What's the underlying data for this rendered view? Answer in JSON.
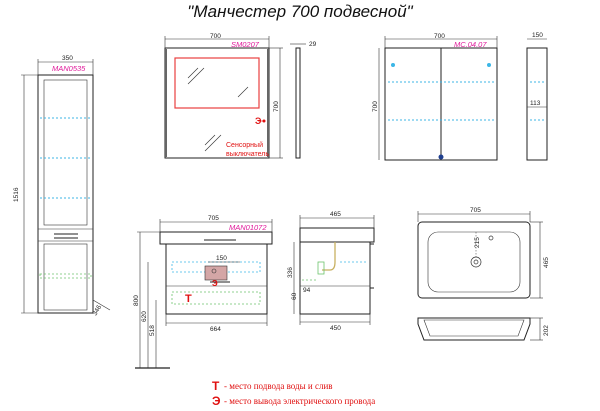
{
  "title": "\"Манчестер 700 подвесной\"",
  "colors": {
    "code": "#e0199a",
    "legend": "#e01010",
    "led": "#3cb6e6",
    "mirror": "#e84040",
    "green": "#6cc46c"
  },
  "pencil_case": {
    "code": "MAN0535",
    "width": "350",
    "height": "1516",
    "depth": "346"
  },
  "mirror": {
    "code": "SM0207",
    "width": "700",
    "height": "700",
    "depth": "29",
    "sensor_note_line1": "Сенсорный",
    "sensor_note_line2": "выключатель",
    "e_symbol": "Э"
  },
  "cabinet": {
    "code": "МС.04.07",
    "width": "700",
    "height": "700",
    "side_width": "150",
    "side_depth": "113"
  },
  "vanity": {
    "code": "MAN01072",
    "top_width": "705",
    "inner_width": "150",
    "bottom_width": "664",
    "height_total": "800",
    "height_mid": "620",
    "height_low": "518",
    "t_symbol": "Т",
    "e_symbol": "Э"
  },
  "vanity_side": {
    "depth_top": "465",
    "depth_bottom": "450",
    "h1": "336",
    "h2": "94",
    "h3": "60"
  },
  "sink": {
    "width": "705",
    "depth": "465",
    "inner": "215",
    "height": "202"
  },
  "legend": [
    {
      "symbol": "Т",
      "text": "- место подвода воды и слив"
    },
    {
      "symbol": "Э",
      "text": "- место вывода электрического провода"
    }
  ]
}
